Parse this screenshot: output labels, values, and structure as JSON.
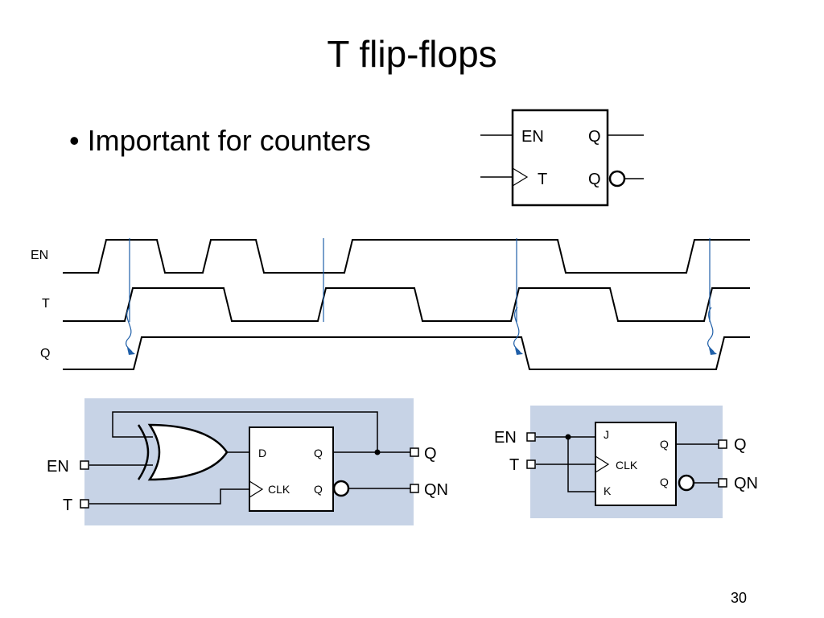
{
  "slide": {
    "title": "T flip-flops",
    "bullet": "• Important for counters",
    "page_number": "30"
  },
  "symbol": {
    "en_label": "EN",
    "t_label": "T",
    "q_label": "Q",
    "qn_label": "Q"
  },
  "timing": {
    "en_label": "EN",
    "t_label": "T",
    "q_label": "Q"
  },
  "xor_circuit": {
    "en_label": "EN",
    "t_label": "T",
    "d_label": "D",
    "clk_label": "CLK",
    "q_pin_label": "Q",
    "qn_pin_label": "Q",
    "q_out_label": "Q",
    "qn_out_label": "QN",
    "panel_color": "#c7d3e6"
  },
  "jk_circuit": {
    "en_label": "EN",
    "t_label": "T",
    "j_label": "J",
    "clk_label": "CLK",
    "k_label": "K",
    "q_pin_label": "Q",
    "qn_pin_label": "Q",
    "q_out_label": "Q",
    "qn_out_label": "QN",
    "panel_color": "#c7d3e6"
  },
  "colors": {
    "clock_edge_marker": "#1f5fa8",
    "wire": "#000000"
  }
}
